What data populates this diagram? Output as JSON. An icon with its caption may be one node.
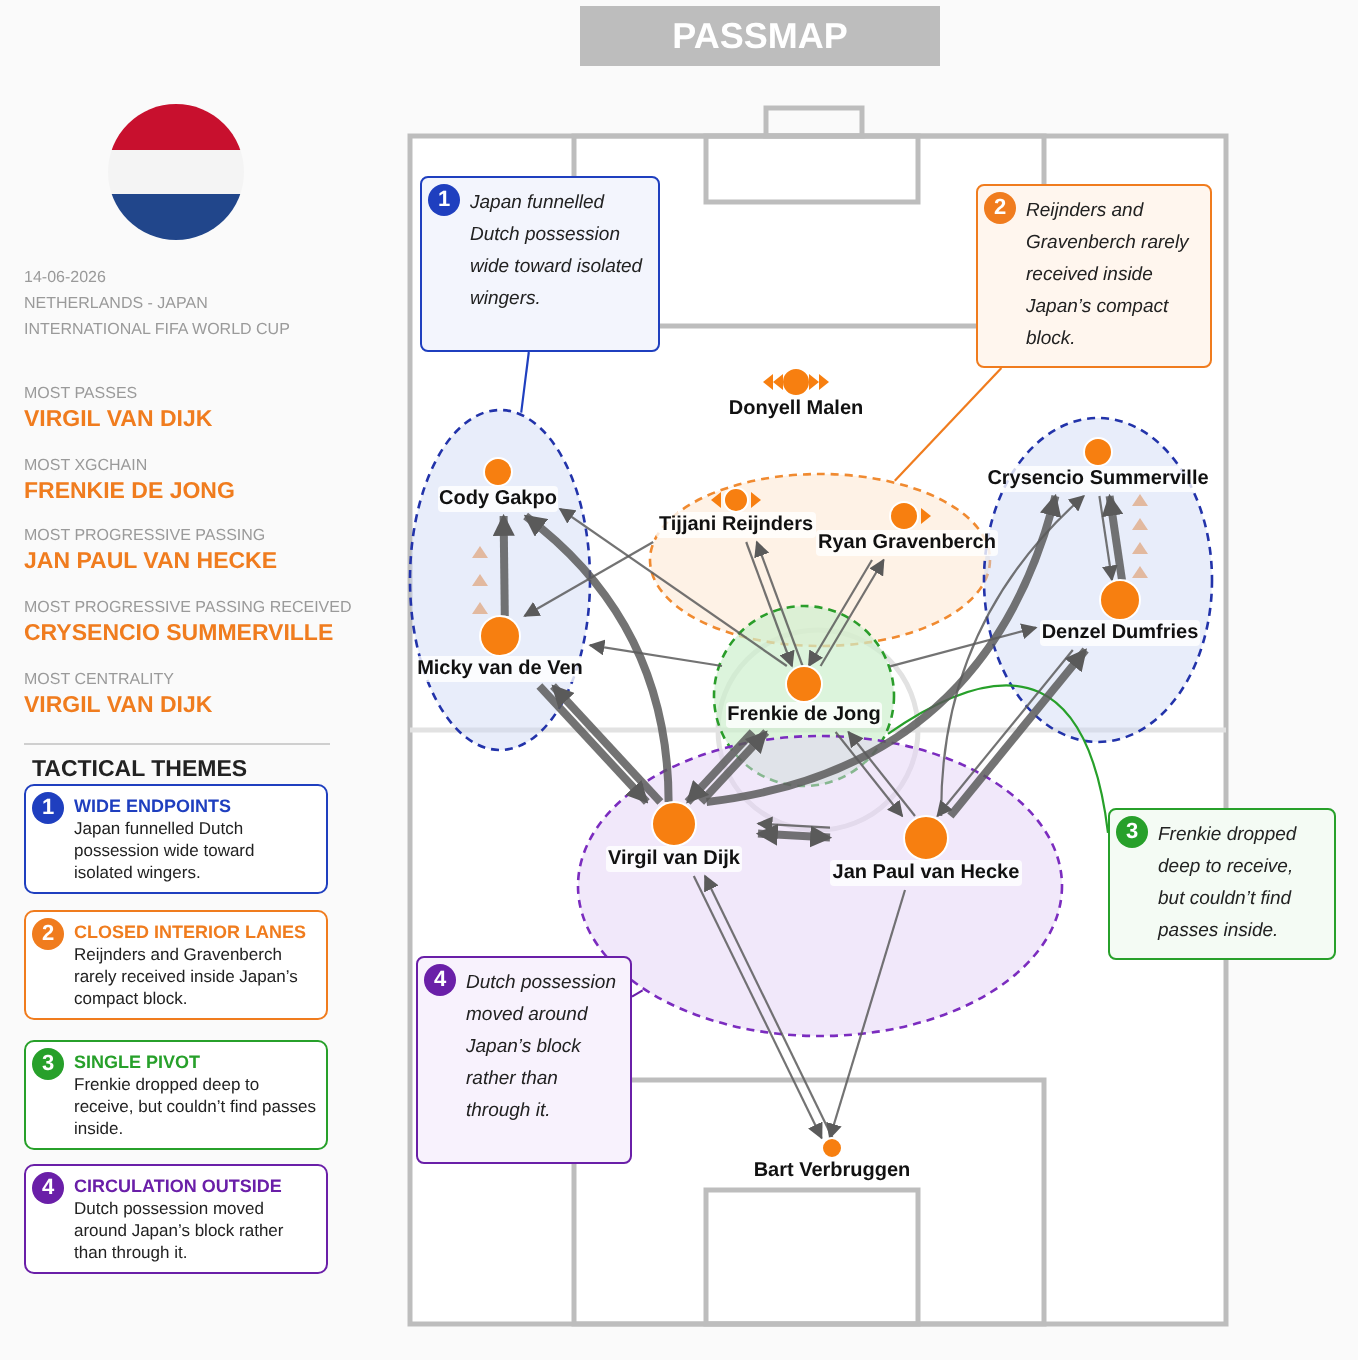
{
  "diagram": {
    "title": "PASSMAP",
    "nodes": [
      {
        "text": [
          "1",
          "WIDE ENDPOINTS",
          "Japan funnelled Dutch possession wide toward isolated wingers."
        ]
      },
      {
        "text": [
          "2",
          "CLOSED INTERIOR LANES",
          "Reijnders and Gravenberch rarely received inside Japan’s compact block."
        ]
      },
      {
        "text": [
          "3",
          "SINGLE PIVOT",
          "Frenkie dropped deep to receive, but couldn’t find passes inside."
        ]
      },
      {
        "text": [
          "4",
          "CIRCULATION OUTSIDE",
          "Dutch possession moved around Japan’s block rather than through it."
        ]
      },
      {
        "text": [
          "1",
          "Japan funnelled Dutch possession wide toward isolated wingers."
        ]
      },
      {
        "text": [
          "2",
          "Reijnders and Gravenberch rarely received inside Japan’s compact block."
        ]
      },
      {
        "text": [
          "3",
          "Frenkie dropped deep to receive, but couldn’t find passes inside."
        ]
      },
      {
        "text": [
          "4",
          "Dutch possession moved around Japan’s block rather than through it."
        ]
      },
      {
        "text": [],
        "shape": "ellipse"
      },
      {
        "text": [],
        "shape": "ellipse"
      },
      {
        "text": [],
        "shape": "ellipse"
      },
      {
        "text": [],
        "shape": "circle"
      },
      {
        "text": [],
        "shape": "ellipse"
      },
      {
        "text": [
          "Donyell Malen"
        ]
      },
      {
        "text": [
          "Cody Gakpo"
        ],
        "in": 8
      },
      {
        "text": [
          "Tijjani Reijnders"
        ],
        "in": 9
      },
      {
        "text": [
          "Ryan Gravenberch"
        ],
        "in": 9
      },
      {
        "text": [
          "Crysencio Summerville"
        ],
        "in": 10
      },
      {
        "text": [
          "Micky van de Ven"
        ],
        "in": 8
      },
      {
        "text": [
          "Denzel Dumfries"
        ],
        "in": 10
      },
      {
        "text": [
          "Frenkie de Jong"
        ],
        "in": 11
      },
      {
        "text": [
          "Virgil van Dijk"
        ],
        "in": 12
      },
      {
        "text": [
          "Jan Paul van Hecke"
        ],
        "in": 12
      },
      {
        "text": [
          "Bart Verbruggen"
        ]
      }
    ],
    "edges": [
      {
        "from": 4,
        "to": 8,
        "arrow": "none",
        "color": "#1f3fbf"
      },
      {
        "from": 5,
        "to": 9,
        "arrow": "none",
        "color": "#f07c1e"
      },
      {
        "from": 6,
        "to": 11,
        "arrow": "none",
        "color": "#27a02a"
      },
      {
        "from": 7,
        "to": 12,
        "arrow": "none",
        "color": "#6a1fa8"
      },
      {
        "from": 18,
        "to": 14,
        "arrow": "to",
        "style": "thick"
      },
      {
        "from": 21,
        "to": 18,
        "arrow": "to",
        "style": "thick"
      },
      {
        "from": 18,
        "to": 21,
        "arrow": "to",
        "style": "thick"
      },
      {
        "from": 21,
        "to": 14,
        "arrow": "to",
        "style": "thick"
      },
      {
        "from": 20,
        "to": 14,
        "arrow": "to"
      },
      {
        "from": 15,
        "to": 18,
        "arrow": "to"
      },
      {
        "from": 20,
        "to": 18,
        "arrow": "to"
      },
      {
        "from": 15,
        "to": 20,
        "arrow": "to"
      },
      {
        "from": 20,
        "to": 15,
        "arrow": "to"
      },
      {
        "from": 16,
        "to": 20,
        "arrow": "to"
      },
      {
        "from": 20,
        "to": 16,
        "arrow": "to"
      },
      {
        "from": 21,
        "to": 20,
        "arrow": "to",
        "style": "thick"
      },
      {
        "from": 20,
        "to": 21,
        "arrow": "to",
        "style": "thick"
      },
      {
        "from": 20,
        "to": 22,
        "arrow": "to"
      },
      {
        "from": 22,
        "to": 20,
        "arrow": "to"
      },
      {
        "from": 21,
        "to": 22,
        "arrow": "both",
        "style": "thick"
      },
      {
        "from": 22,
        "to": 21,
        "arrow": "to"
      },
      {
        "from": 22,
        "to": 19,
        "arrow": "to",
        "style": "thick"
      },
      {
        "from": 19,
        "to": 22,
        "arrow": "to"
      },
      {
        "from": 21,
        "to": 17,
        "arrow": "to",
        "style": "thick"
      },
      {
        "from": 22,
        "to": 17,
        "arrow": "to"
      },
      {
        "from": 19,
        "to": 17,
        "arrow": "to",
        "style": "thick"
      },
      {
        "from": 17,
        "to": 19,
        "arrow": "to"
      },
      {
        "from": 20,
        "to": 19,
        "arrow": "to"
      },
      {
        "from": 21,
        "to": 23,
        "arrow": "to"
      },
      {
        "from": 23,
        "to": 21,
        "arrow": "to"
      },
      {
        "from": 22,
        "to": 23,
        "arrow": "to"
      }
    ],
    "labels": [
      "14-06-2026",
      "NETHERLANDS - JAPAN",
      "INTERNATIONAL FIFA WORLD CUP",
      "MOST PASSES",
      "VIRGIL VAN DIJK",
      "MOST XGCHAIN",
      "FRENKIE DE JONG",
      "MOST PROGRESSIVE PASSING",
      "JAN PAUL VAN HECKE",
      "MOST PROGRESSIVE PASSING RECEIVED",
      "CRYSENCIO SUMMERVILLE",
      "MOST CENTRALITY",
      "VIRGIL VAN DIJK",
      "TACTICAL THEMES"
    ]
  }
}
